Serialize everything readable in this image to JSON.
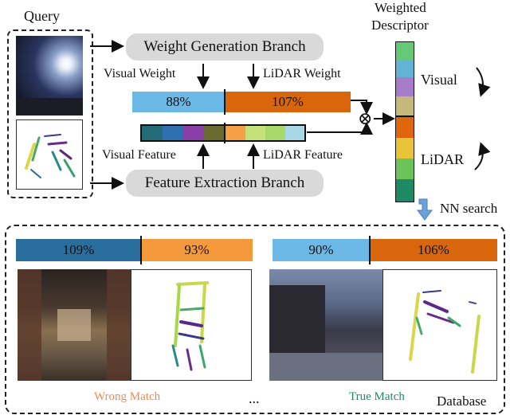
{
  "labels": {
    "query": "Query",
    "weighted_descriptor_line1": "Weighted",
    "weighted_descriptor_line2": "Descriptor",
    "weight_branch": "Weight Generation Branch",
    "feature_branch": "Feature Extraction Branch",
    "visual_weight": "Visual Weight",
    "lidar_weight": "LiDAR Weight",
    "visual_feature": "Visual Feature",
    "lidar_feature": "LiDAR Feature",
    "visual": "Visual",
    "lidar": "LiDAR",
    "nn_search": "NN search",
    "multiply": "⊗",
    "wrong_match": "Wrong Match",
    "true_match": "True Match",
    "ellipsis": "...",
    "database": "Database"
  },
  "query_weights": {
    "visual": "88%",
    "lidar": "107%"
  },
  "wrong_match_weights": {
    "visual": "109%",
    "lidar": "93%"
  },
  "true_match_weights": {
    "visual": "90%",
    "lidar": "106%"
  },
  "colors": {
    "visual_weight": "#6cb8e6",
    "lidar_weight": "#d9650d",
    "wrong_visual": "#2a6e9e",
    "wrong_lidar": "#f59a3c",
    "true_visual": "#6cb8e6",
    "true_lidar": "#d9650d",
    "pill": "#d9d9d9",
    "nn_arrow": "#6aa3d9",
    "wrong_text": "#ef8a52",
    "true_text": "#1e8a64"
  },
  "visual_feature_cells": [
    "#226b77",
    "#2e6fb0",
    "#8a3fa8",
    "#4a2a7a",
    "#6a6a30"
  ],
  "lidar_feature_cells": [
    "#f5a047",
    "#c6e07a",
    "#a6d86a",
    "#6cc34d",
    "#a8d8e8"
  ],
  "descriptor_cells": [
    "#66c977",
    "#63b3d9",
    "#a77cc9",
    "#c4b97b",
    "#e0660d",
    "#e8c436",
    "#6cc35a",
    "#1e8a64",
    "#2b7a8a"
  ]
}
